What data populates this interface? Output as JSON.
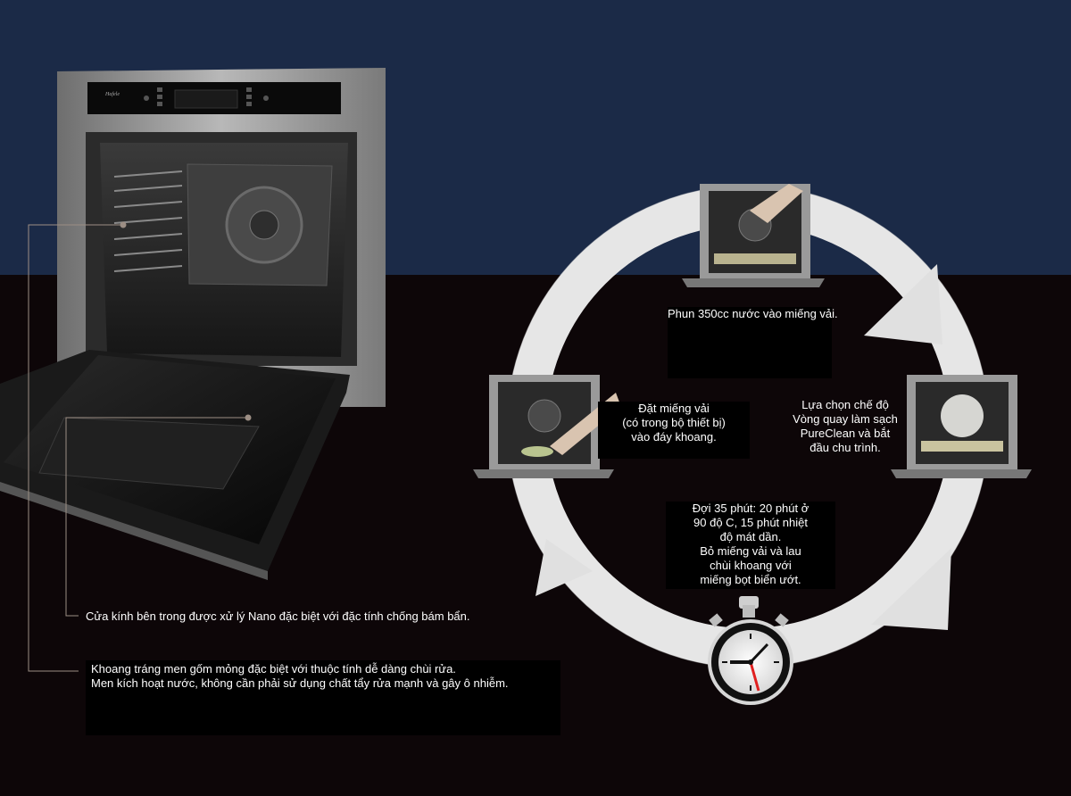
{
  "colors": {
    "top_background": "#1b2a47",
    "bottom_background": "#0d0608",
    "ring": "#e6e6e6",
    "callout_line": "#9c8e84",
    "text": "#ffffff",
    "clock_hand": "#e02020"
  },
  "oven": {
    "brand_label": "Hafele"
  },
  "callouts": {
    "door_glass": "Cửa kính bên trong được xử lý Nano đặc biệt với đặc tính chống bám bẩn.",
    "cavity_line1": "Khoang tráng men gốm mỏng đặc biệt với thuộc tính dễ dàng chùi rửa.",
    "cavity_line2": "Men kích hoạt nước, không cần phải sử dụng chất tẩy rửa mạnh và gây ô nhiễm."
  },
  "cycle": {
    "step_top": "Phun 350cc nước vào miếng vải.",
    "step_left": [
      "Đặt miếng vải",
      "(có trong bộ thiết bị)",
      "vào đáy khoang."
    ],
    "step_right": [
      "Lựa chọn chế độ",
      "Vòng quay làm sạch",
      "PureClean và bắt",
      "đầu chu trình."
    ],
    "step_bottom": [
      "Đợi 35 phút: 20 phút ở",
      "90 độ C, 15 phút nhiệt",
      "độ mát dần.",
      "Bỏ miếng vải và lau",
      "chùi khoang với",
      "miếng bọt biển ướt."
    ]
  },
  "icons": {
    "stopwatch": "stopwatch-icon",
    "cycle_arrows": "cycle-arrows-icon"
  }
}
